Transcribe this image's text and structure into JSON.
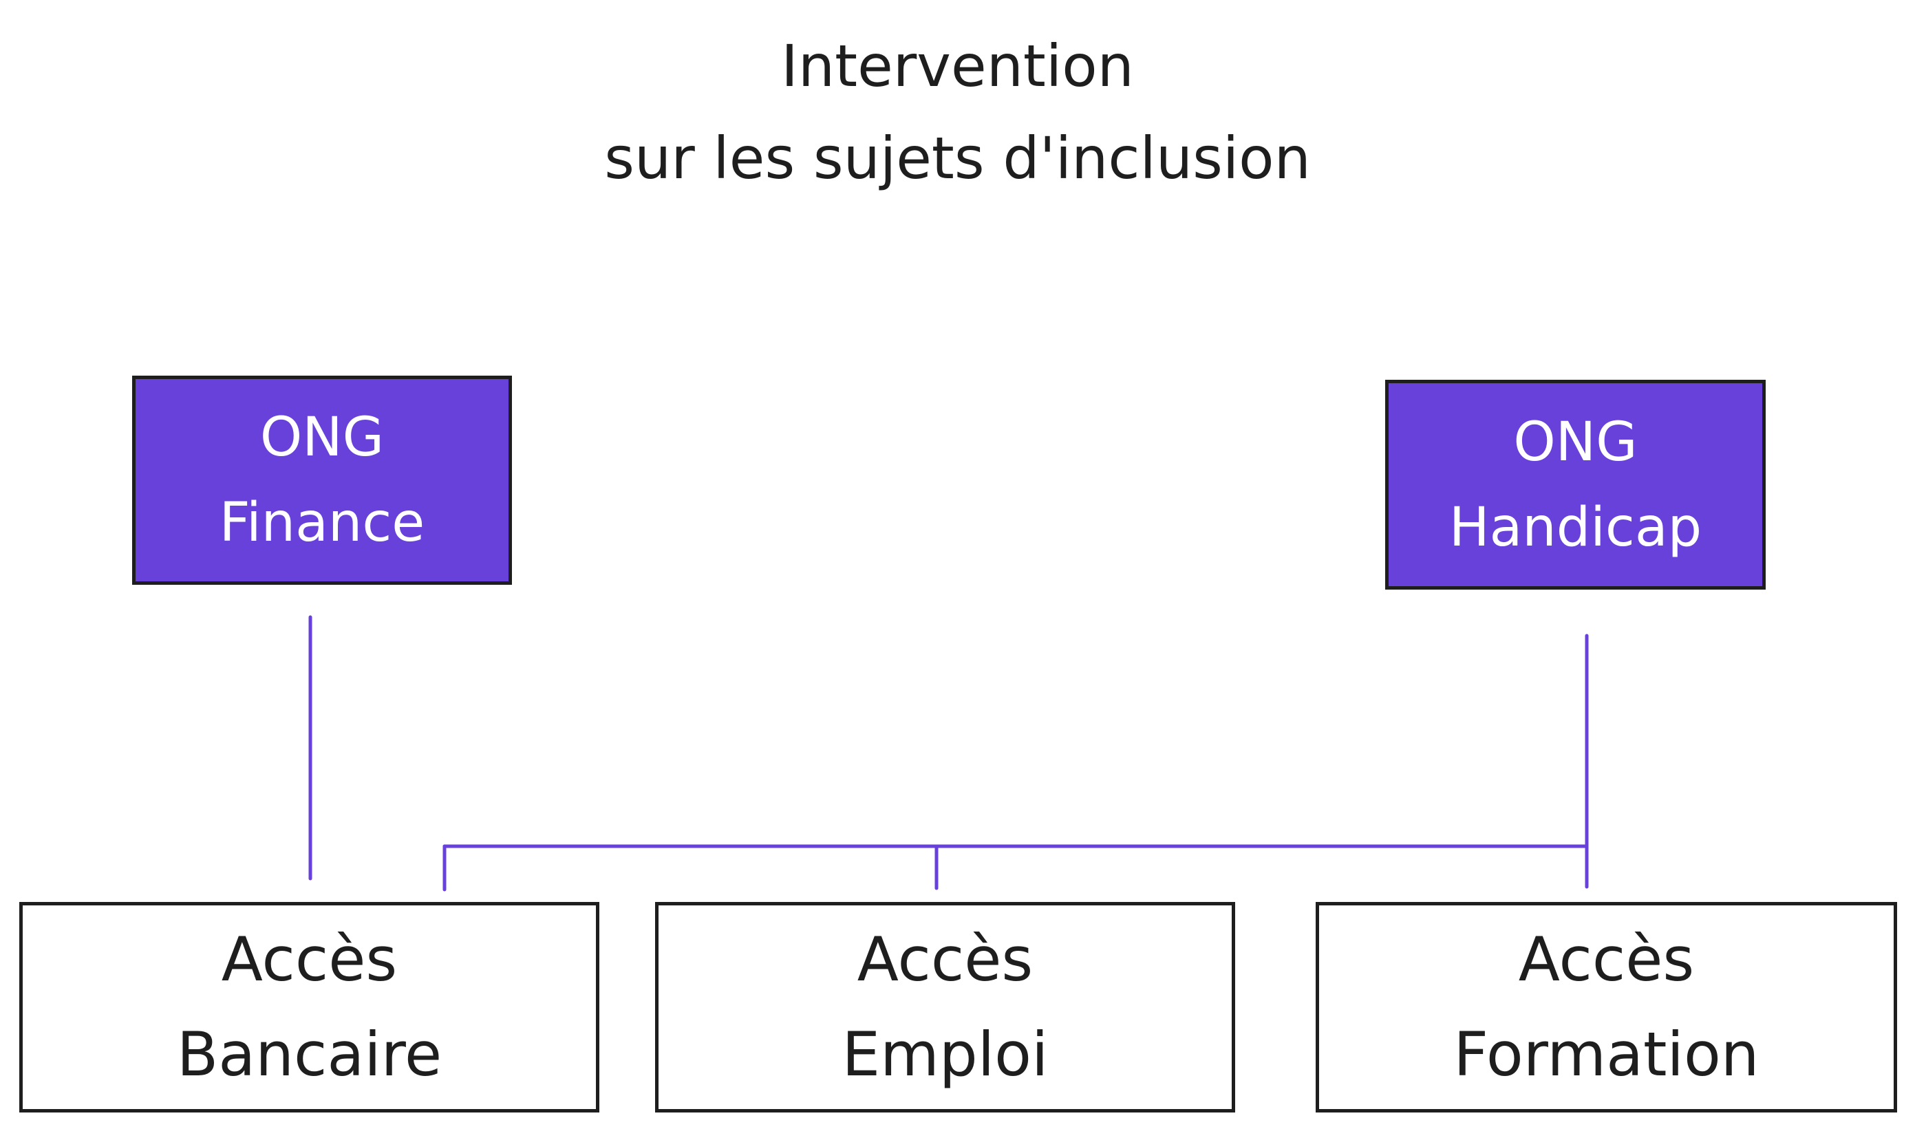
{
  "title": {
    "line1": "Intervention",
    "line2": "sur les sujets d'inclusion"
  },
  "organizations": [
    {
      "line1": "ONG",
      "line2": "Finance"
    },
    {
      "line1": "ONG",
      "line2": "Handicap"
    }
  ],
  "topics": [
    {
      "line1": "Accès",
      "line2": "Bancaire"
    },
    {
      "line1": "Accès",
      "line2": "Emploi"
    },
    {
      "line1": "Accès",
      "line2": "Formation"
    }
  ],
  "colors": {
    "organization_fill": "#6741d9",
    "connector": "#6741d9",
    "stroke": "#1e1e1e",
    "background": "#ffffff"
  }
}
